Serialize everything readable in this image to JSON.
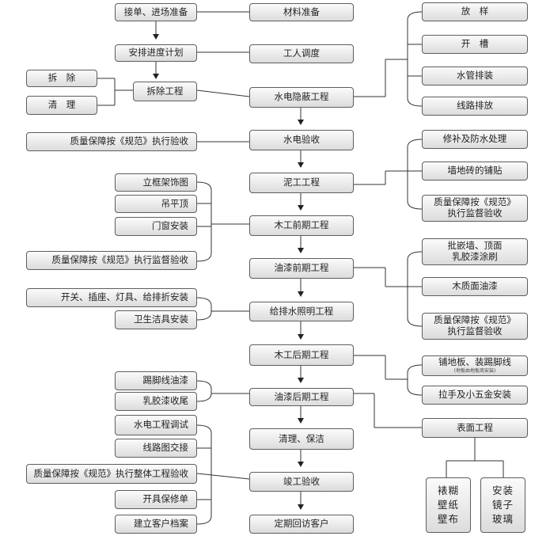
{
  "main": {
    "n1": "材料准备",
    "n2": "工人调度",
    "n3": "水电隐蔽工程",
    "n4": "水电验收",
    "n5": "泥工工程",
    "n6": "木工前期工程",
    "n7": "油漆前期工程",
    "n8": "给排水照明工程",
    "n9": "木工后期工程",
    "n10": "油漆后期工程",
    "n11": "清理、保洁",
    "n12": "竣工验收",
    "n13": "定期回访客户"
  },
  "top_left": {
    "prep": "接单、进场准备",
    "plan": "安排进度计划",
    "demo": "拆除工程",
    "demo_a": "拆　除",
    "demo_b": "清　理"
  },
  "left": {
    "check_water": "质量保障按《规范》执行验收",
    "wood_items": [
      "立框架饰图",
      "吊平顶",
      "门窗安装",
      "质量保障按《规范》执行监督验收"
    ],
    "lighting_items": [
      "开关、插座、灯具、给排折安装",
      "卫生洁具安装"
    ],
    "paint_late_items": [
      "踢脚线油漆",
      "乳胶漆收尾"
    ],
    "final_items": [
      "水电工程调试",
      "线路图交接",
      "质量保障按《规范》执行整体工程验收",
      "开具保修单",
      "建立客户档案"
    ]
  },
  "right": {
    "water_items": [
      "放　样",
      "开　槽",
      "水管排装",
      "线路排放"
    ],
    "mud_items": [
      "修补及防水处理",
      "墙地砖的铺贴",
      "质量保障按《规范》\n执行监督验收"
    ],
    "paint_items": [
      "批嵌墙、顶面\n乳胶漆涂刷",
      "木质面油漆",
      "质量保障按《规范》\n执行监督验收"
    ],
    "wood_late_main": "铺地板、装踢脚线",
    "wood_late_sub": "(地板由地板商安装)",
    "wood_late_2": "拉手及小五金安装",
    "surface": "表面工程",
    "surface_a": "裱糊\n壁纸\n壁布",
    "surface_b": "安装\n镜子\n玻璃"
  }
}
